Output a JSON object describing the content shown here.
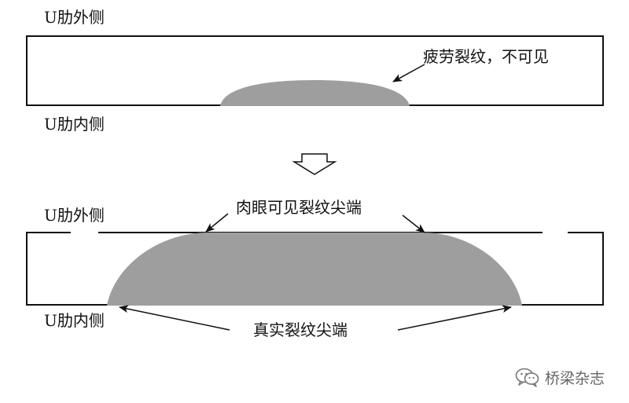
{
  "top_panel": {
    "outer_label": "U肋外侧",
    "inner_label": "U肋内侧",
    "crack_note": "疲劳裂纹，不可见"
  },
  "bottom_panel": {
    "outer_label": "U肋外侧",
    "inner_label": "U肋内侧",
    "visible_tip_label": "肉眼可见裂纹尖端",
    "true_tip_label": "真实裂纹尖端"
  },
  "watermark": {
    "text": "桥梁杂志",
    "icon": "wechat-icon"
  },
  "colors": {
    "crack": "#9e9e9e",
    "outline": "#111111",
    "text": "#111111",
    "watermark": "#666666"
  }
}
